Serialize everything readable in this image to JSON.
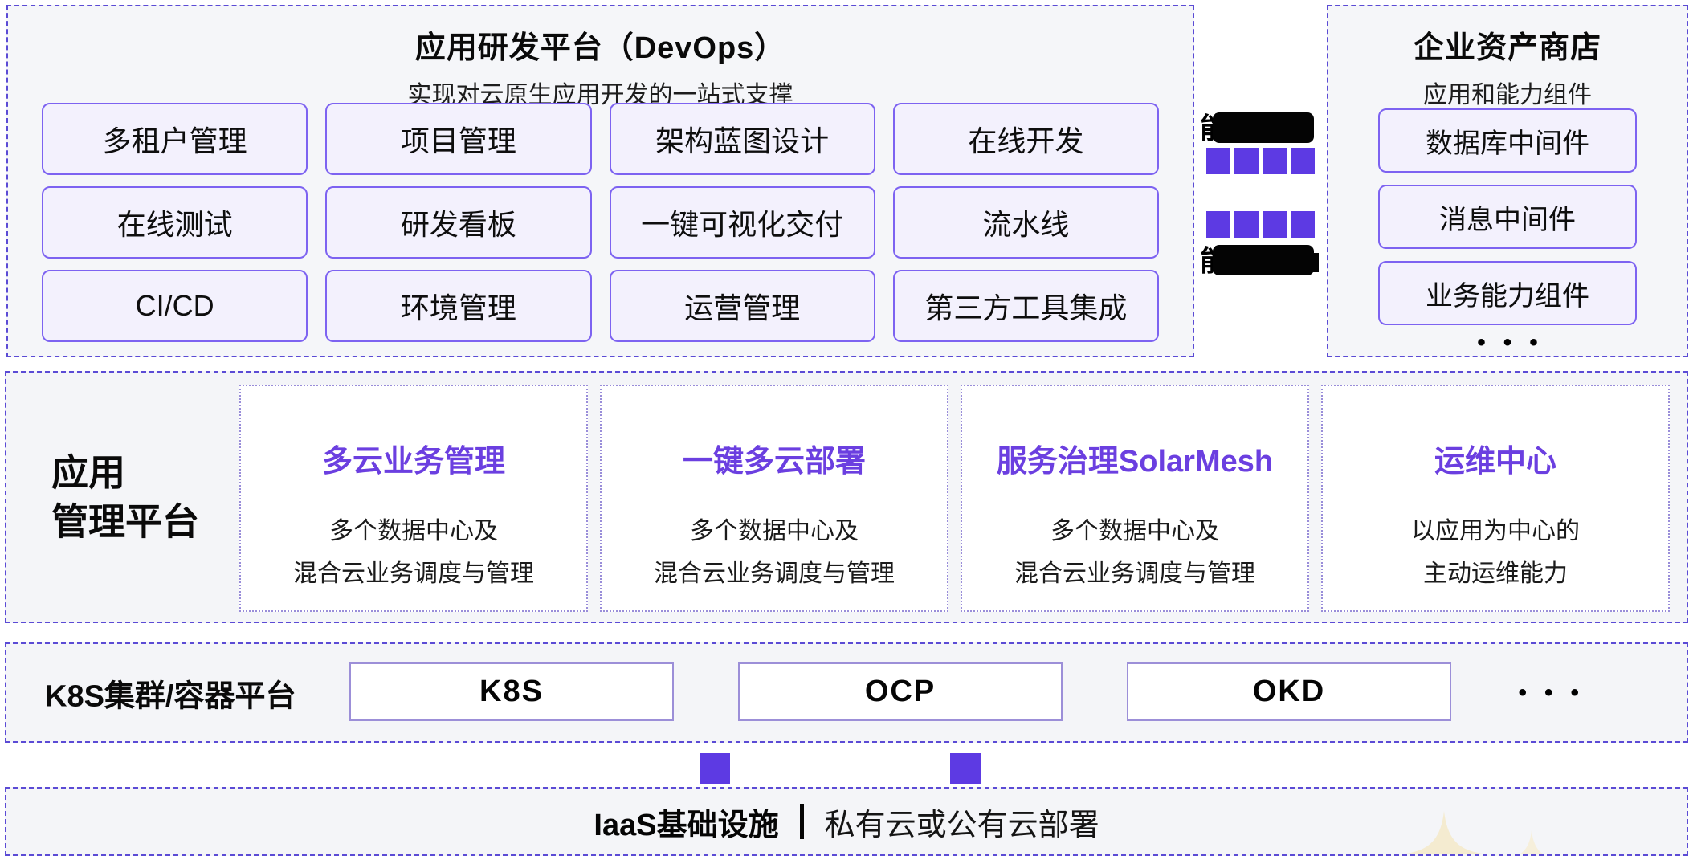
{
  "colors": {
    "accent_purple_square": "#5d3ae3",
    "dashed_border": "#5b4bd5",
    "pill_border": "#7d63f1",
    "pill_fill": "#f3f1fd",
    "panel_fill": "#f5f6f9",
    "card_title_purple": "#6b3fe0",
    "k8s_box_border": "#9c8fd8",
    "sparkle_cream": "#f4ebd0",
    "redaction_black": "#040404"
  },
  "devops": {
    "title": "应用研发平台（DevOps）",
    "subtitle": "实现对云原生应用开发的一站式支撑",
    "buttons": [
      "多租户管理",
      "项目管理",
      "架构蓝图设计",
      "在线开发",
      "在线测试",
      "研发看板",
      "一键可视化交付",
      "流水线",
      "CI/CD",
      "环境管理",
      "运营管理",
      "第三方工具集成"
    ]
  },
  "connector": {
    "top_visible_glyph": "能",
    "bottom_visible_glyph": "能"
  },
  "asset_store": {
    "title": "企业资产商店",
    "subtitle": "应用和能力组件",
    "buttons": [
      "数据库中间件",
      "消息中间件",
      "业务能力组件"
    ],
    "ellipsis": "•••"
  },
  "app_mgmt": {
    "label_line1": "应用",
    "label_line2": "管理平台",
    "cards": [
      {
        "title": "多云业务管理",
        "line1": "多个数据中心及",
        "line2": "混合云业务调度与管理"
      },
      {
        "title": "一键多云部署",
        "line1": "多个数据中心及",
        "line2": "混合云业务调度与管理"
      },
      {
        "title": "服务治理SolarMesh",
        "line1": "多个数据中心及",
        "line2": "混合云业务调度与管理"
      },
      {
        "title": "运维中心",
        "line1": "以应用为中心的",
        "line2": "主动运维能力"
      }
    ]
  },
  "k8s": {
    "label": "K8S集群/容器平台",
    "boxes": [
      "K8S",
      "OCP",
      "OKD"
    ],
    "ellipsis": "•••"
  },
  "iaas": {
    "title": "IaaS基础设施",
    "subtitle": "私有云或公有云部署"
  }
}
